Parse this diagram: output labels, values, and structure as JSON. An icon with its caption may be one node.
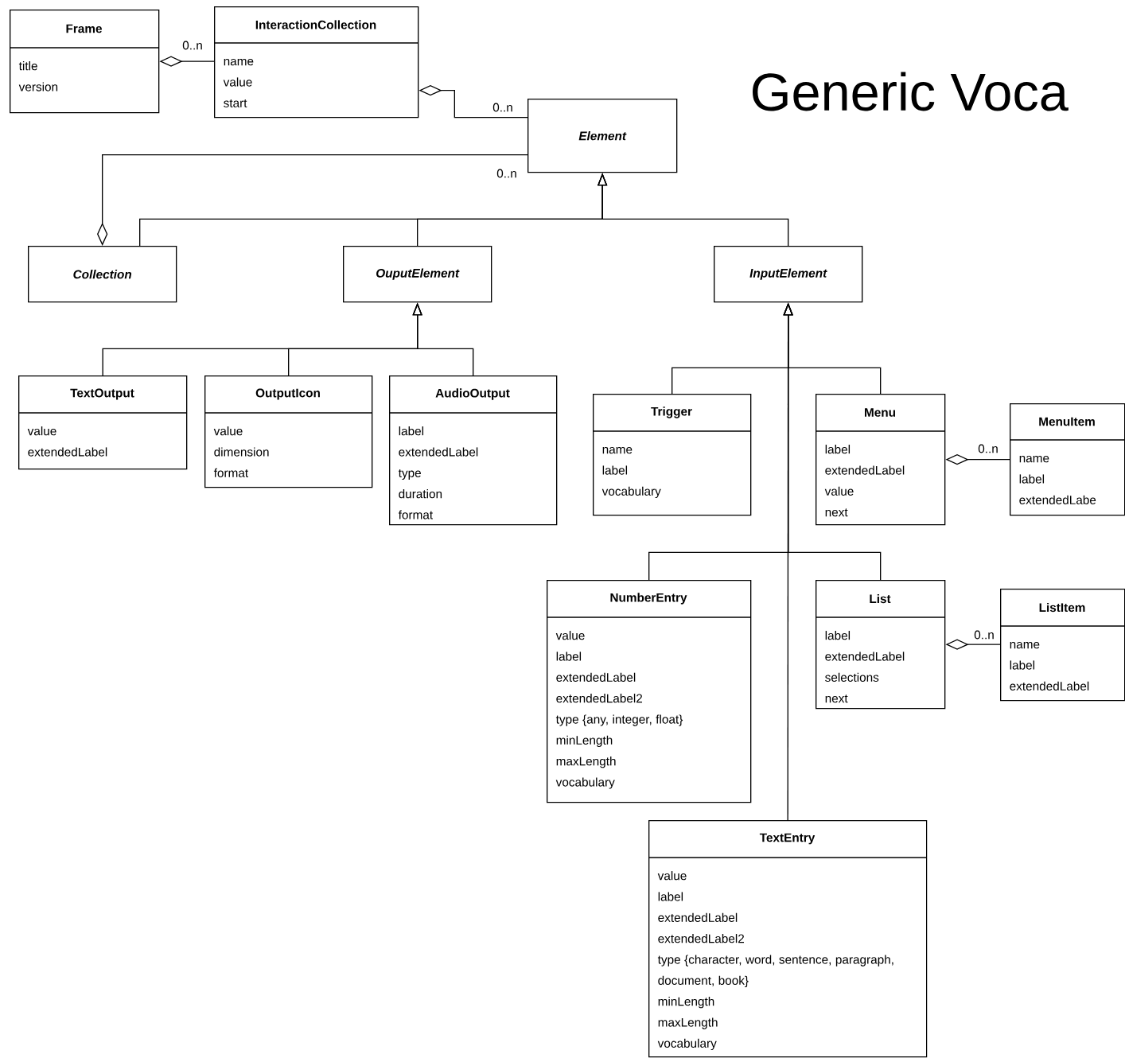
{
  "diagram": {
    "title": "Generic Voca",
    "nodes": [
      {
        "text": [
          "Frame",
          "title",
          "version"
        ]
      },
      {
        "text": [
          "InteractionCollection",
          "name",
          "value",
          "start"
        ]
      },
      {
        "text": [
          "Element"
        ]
      },
      {
        "text": [
          "Collection"
        ]
      },
      {
        "text": [
          "OuputElement"
        ]
      },
      {
        "text": [
          "InputElement"
        ]
      },
      {
        "text": [
          "TextOutput",
          "value",
          "extendedLabel"
        ]
      },
      {
        "text": [
          "OutputIcon",
          "value",
          "dimension",
          "format"
        ]
      },
      {
        "text": [
          "AudioOutput",
          "label",
          "extendedLabel",
          "type",
          "duration",
          "format"
        ]
      },
      {
        "text": [
          "Trigger",
          "name",
          "label",
          "vocabulary"
        ]
      },
      {
        "text": [
          "Menu",
          "label",
          "extendedLabel",
          "value",
          "next"
        ]
      },
      {
        "text": [
          "MenuItem",
          "name",
          "label",
          "extendedLabe"
        ]
      },
      {
        "text": [
          "NumberEntry",
          "value",
          "label",
          "extendedLabel",
          "extendedLabel2",
          "type {any, integer, float}",
          "minLength",
          "maxLength",
          "vocabulary"
        ]
      },
      {
        "text": [
          "List",
          "label",
          "extendedLabel",
          "selections",
          "next"
        ]
      },
      {
        "text": [
          "ListItem",
          "name",
          "label",
          "extendedLabel"
        ]
      },
      {
        "text": [
          "TextEntry",
          "value",
          "label",
          "extendedLabel",
          "extendedLabel2",
          "type {character, word, sentence, paragraph, document, book}",
          "minLength",
          "maxLength",
          "vocabulary"
        ]
      }
    ],
    "edges": [
      {
        "from": 0,
        "to": 1,
        "arrow": "other",
        "label": "0..n"
      },
      {
        "from": 1,
        "to": 2,
        "arrow": "other",
        "label": "0..n"
      },
      {
        "from": 3,
        "to": 2,
        "arrow": "other",
        "label": "0..n"
      },
      {
        "from": 3,
        "to": 2,
        "arrow": "to"
      },
      {
        "from": 4,
        "to": 2,
        "arrow": "to"
      },
      {
        "from": 5,
        "to": 2,
        "arrow": "to"
      },
      {
        "from": 6,
        "to": 4,
        "arrow": "to"
      },
      {
        "from": 7,
        "to": 4,
        "arrow": "to"
      },
      {
        "from": 8,
        "to": 4,
        "arrow": "to"
      },
      {
        "from": 9,
        "to": 5,
        "arrow": "to"
      },
      {
        "from": 10,
        "to": 5,
        "arrow": "to"
      },
      {
        "from": 12,
        "to": 5,
        "arrow": "to"
      },
      {
        "from": 13,
        "to": 5,
        "arrow": "to"
      },
      {
        "from": 15,
        "to": 5,
        "arrow": "to"
      },
      {
        "from": 10,
        "to": 11,
        "arrow": "other",
        "label": "0..n"
      },
      {
        "from": 13,
        "to": 14,
        "arrow": "other",
        "label": "0..n"
      }
    ]
  }
}
